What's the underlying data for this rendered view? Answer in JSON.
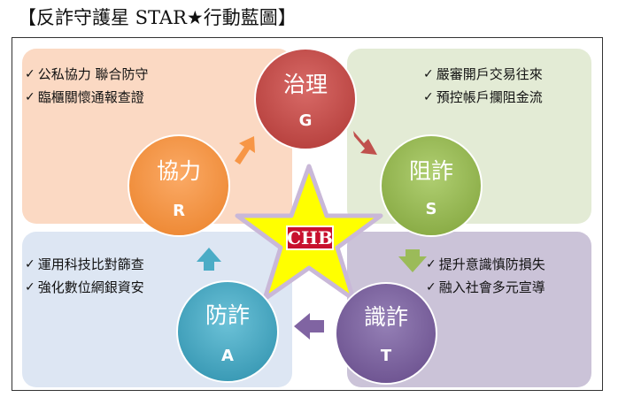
{
  "title": "【反詐守護星 STAR★行動藍圖】",
  "logo": "CHB",
  "colors": {
    "governance": "#c0504d",
    "stop": "#9bbb59",
    "identify": "#8064a2",
    "prevent": "#4bacc6",
    "cooperate": "#f79646",
    "star": "#ffff00"
  },
  "nodes": [
    {
      "label": "治理",
      "letter": "G"
    },
    {
      "label": "阻詐",
      "letter": "S"
    },
    {
      "label": "識詐",
      "letter": "T"
    },
    {
      "label": "防詐",
      "letter": "A"
    },
    {
      "label": "協力",
      "letter": "R"
    }
  ],
  "quadrants": {
    "top_left": {
      "items": [
        "公私協力 聯合防守",
        "臨櫃關懷通報查證"
      ]
    },
    "top_right": {
      "items": [
        "嚴審開戶交易往來",
        "預控帳戶攔阻金流"
      ]
    },
    "bottom_left": {
      "items": [
        "運用科技比對篩查",
        "強化數位網銀資安"
      ]
    },
    "bottom_right": {
      "items": [
        "提升意識慎防損失",
        "融入社會多元宣導"
      ]
    }
  },
  "check_icon": "check-mark-icon",
  "check_glyph": "✓"
}
